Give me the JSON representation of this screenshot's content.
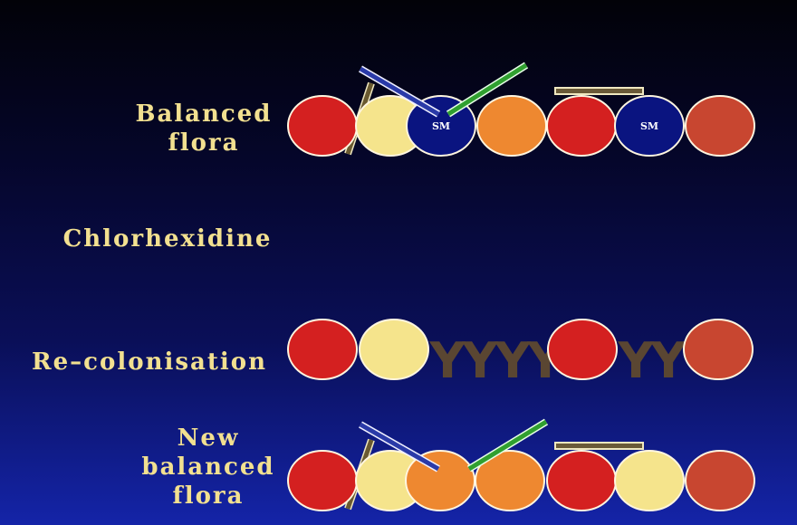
{
  "rows": [
    {
      "label": "Balanced\nflora"
    },
    {
      "label": "Chlorhexidine"
    },
    {
      "label": "Re–colonisation"
    },
    {
      "label": "New\nbalanced\nflora"
    }
  ],
  "sm_label": "SM",
  "y_glyph": "Y",
  "colors": {
    "label": "#f2e090",
    "surface": "#ffffff",
    "red": "#d42020",
    "yellow": "#f5e48c",
    "navy": "#0a1480",
    "orange": "#ee8830",
    "brick": "#c84630",
    "y_glyph": "#5a4632",
    "stick_olive": "#6a5a30",
    "stick_blue": "#2a3aa8",
    "stick_green": "#30a030",
    "bar_tan": "#6a5a38"
  },
  "row1_balls": [
    "red",
    "yellow",
    "navy",
    "orange",
    "red",
    "navy",
    "brick"
  ],
  "row3_items": [
    "red",
    "yellow",
    "Y",
    "Y",
    "Y",
    "Y",
    "red",
    "Y",
    "Y",
    "brick"
  ],
  "row4_balls": [
    "red",
    "yellow",
    "orange",
    "orange",
    "red",
    "yellow",
    "brick"
  ]
}
